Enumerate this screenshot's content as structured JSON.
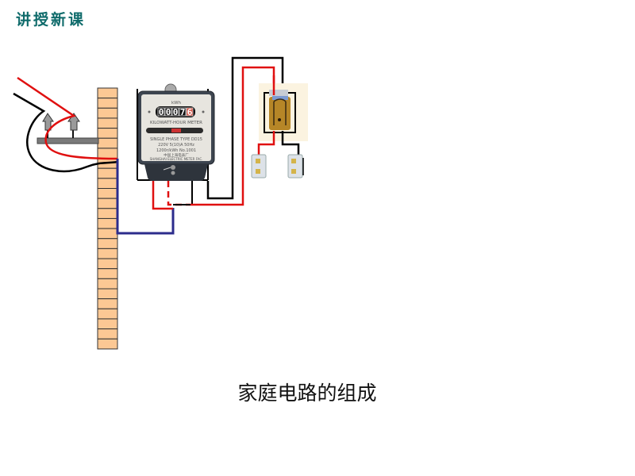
{
  "header": {
    "title": "讲授新课"
  },
  "caption": "家庭电路的组成",
  "meter": {
    "unit_label": "kWh",
    "counter_digits": [
      "0",
      "0",
      "0",
      "7",
      "6"
    ],
    "name_label": "KILOWATT-HOUR METER",
    "spec_line_1": "SINGLE PHASE  TYPE DD15",
    "spec_line_2": "220V   5(10)A   50Hz",
    "spec_line_3": "1200r/kWh  No.1001",
    "maker_cn": "中国上海电表厂",
    "maker_en": "SHANGHAI ELECTRIC METER FAC."
  },
  "colors": {
    "title": "#0f6b6b",
    "live_wire": "#e01010",
    "neutral_wire": "#000000",
    "ground_wire": "#2c2c8c",
    "brick": "#fcc894",
    "brick_line": "#333333",
    "meter_body": "#3d4550",
    "fuse_bg": "#fbf3e0"
  }
}
